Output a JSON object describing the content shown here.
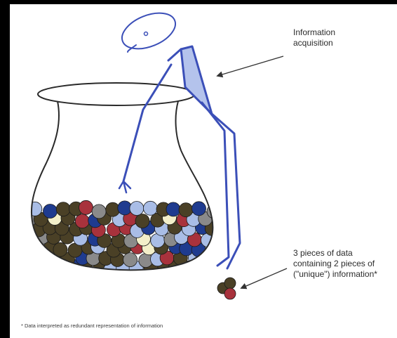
{
  "labels": {
    "acquisition": [
      "Information",
      "acquisition"
    ],
    "data_pieces": [
      "3 pieces of data",
      "containing 2 pieces of",
      "(\"unique\") information*"
    ],
    "footnote": "* Data interpreted as redundant representation of information"
  },
  "colors": {
    "figure_stroke": "#3b4fb8",
    "figure_fill": "#b4c3ec",
    "vase_stroke": "#2a2a2a",
    "arrow": "#333333",
    "ball_olive": "#4a4026",
    "ball_red": "#a8323c",
    "ball_blue": "#1f3b8f",
    "ball_lightblue": "#a9bde6",
    "ball_cream": "#f3efc9",
    "ball_gray": "#8a8a8a"
  }
}
